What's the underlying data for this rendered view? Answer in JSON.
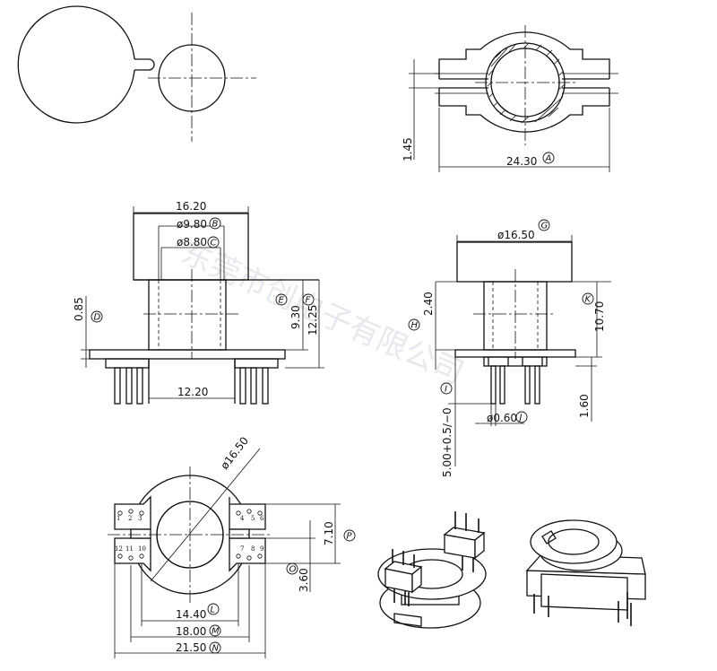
{
  "dimensions": {
    "d_145": "1.45",
    "d_2430": "24.30",
    "d_1620": "16.20",
    "d_980": "ø9.80",
    "d_880": "ø8.80",
    "d_085": "0.85",
    "d_930": "9.30",
    "d_1225": "12.25",
    "d_1220": "12.20",
    "d_1650": "ø16.50",
    "d_240": "2.40",
    "d_1070": "10.70",
    "d_500": "5.00+0.5/−0",
    "d_060": "ø0.60",
    "d_160": "1.60",
    "d_1650b": "ø16.50",
    "d_710": "7.10",
    "d_360": "3.60",
    "d_1440": "14.40",
    "d_1800": "18.00",
    "d_2150": "21.50"
  },
  "labels": {
    "A": "A",
    "B": "B",
    "C": "C",
    "D": "D",
    "E": "E",
    "F": "F",
    "G": "G",
    "H": "H",
    "I": "I",
    "J": "J",
    "K": "K",
    "L": "L",
    "M": "M",
    "N": "N",
    "O": "O",
    "P": "P"
  },
  "pins": {
    "p1": "1",
    "p2": "2",
    "p3": "3",
    "p4": "4",
    "p5": "5",
    "p6": "6",
    "p7": "7",
    "p8": "8",
    "p9": "9",
    "p10": "10",
    "p11": "11",
    "p12": "12"
  },
  "watermark": "东莞市创电子有限公司"
}
